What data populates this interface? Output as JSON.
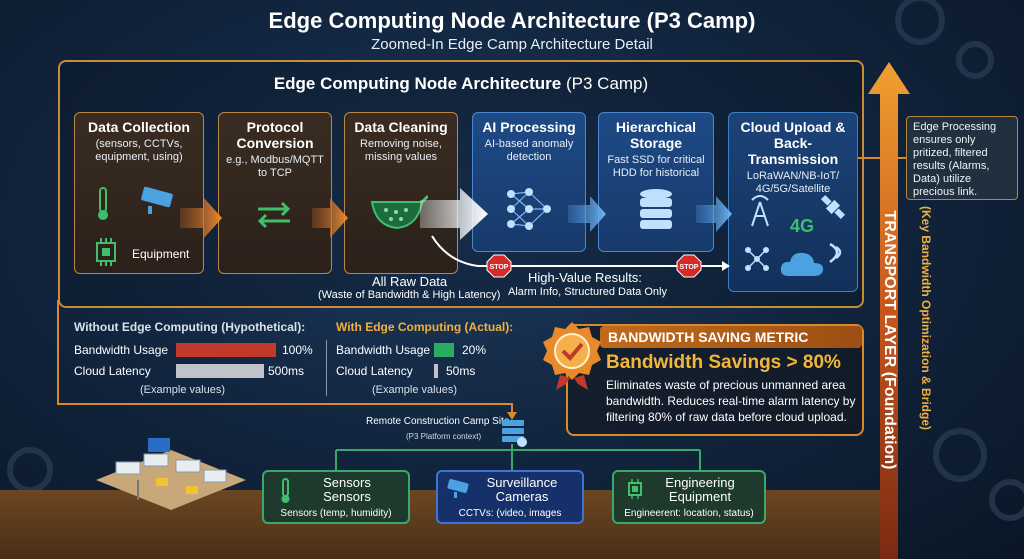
{
  "header": {
    "title": "Edge Computing Node Architecture (P3 Camp)",
    "subtitle": "Zoomed-In Edge Camp Architecture Detail"
  },
  "frame": {
    "title_bold": "Edge Computing Node Architecture",
    "title_rest": " (P3 Camp)"
  },
  "pipeline": [
    {
      "title": "Data Collection",
      "desc": "(sensors, CCTVs, equipment, using)",
      "extra": "Equipment"
    },
    {
      "title": "Protocol Conversion",
      "desc": "e.g., Modbus/MQTT to TCP"
    },
    {
      "title": "Data Cleaning",
      "desc": "Removing noise, missing values"
    },
    {
      "title": "AI Processing",
      "desc": "AI-based anomaly detection"
    },
    {
      "title": "Hierarchical Storage",
      "desc": "Fast SSD for critical HDD for historical"
    },
    {
      "title": "Cloud Upload & Back-Transmission",
      "desc": "LoRaWAN/NB-IoT/ 4G/5G/Satellite",
      "badge": "4G"
    }
  ],
  "flow": {
    "raw_title": "All Raw Data",
    "raw_desc": "(Waste of Bandwidth & High Latency)",
    "hv_title": "High-Value Results:",
    "hv_desc": "Alarm Info, Structured Data Only",
    "stop": "STOP"
  },
  "comparison": {
    "without": {
      "title": "Without Edge Computing (Hypothetical):",
      "bandwidth_label": "Bandwidth Usage",
      "bandwidth_value": "100%",
      "bandwidth_pct": 100,
      "latency_label": "Cloud Latency",
      "latency_value": "500ms",
      "latency_ms": 500,
      "note": "(Example values)"
    },
    "with": {
      "title": "With Edge Computing (Actual):",
      "bandwidth_label": "Bandwidth Usage",
      "bandwidth_value": "20%",
      "bandwidth_pct": 20,
      "latency_label": "Cloud Latency",
      "latency_value": "50ms",
      "latency_ms": 50,
      "note": "(Example values)"
    }
  },
  "metric": {
    "heading": "BANDWIDTH SAVING METRIC",
    "value": "Bandwidth Savings > 80%",
    "desc": "Eliminates waste of precious unmanned area bandwidth. Reduces real-time alarm latency by filtering 80% of raw data before cloud upload."
  },
  "side": {
    "note": "Edge Processing ensures only pritized, filtered results (Alarms, Data) utilize precious link.",
    "transport": "TRANSPORT LAYER (Foundation)",
    "key": "(Key Bandwidth Optimization & Bridge)"
  },
  "site": {
    "label": "Remote Construction Camp Site",
    "context": "(P3 Platform context)"
  },
  "devices": [
    {
      "title1": "Sensors",
      "title2": "Sensors",
      "desc": "Sensors (temp, humidity)"
    },
    {
      "title1": "Surveillance",
      "title2": "Cameras",
      "desc": "CCTVs: (video, images"
    },
    {
      "title1": "Engineering",
      "title2": "Equipment",
      "desc": "Engineerent: location, status)"
    }
  ],
  "colors": {
    "accent_orange": "#e8892a",
    "bar_red": "#c0392b",
    "bar_green": "#27ae60",
    "frame_gold": "#c98a3a"
  }
}
